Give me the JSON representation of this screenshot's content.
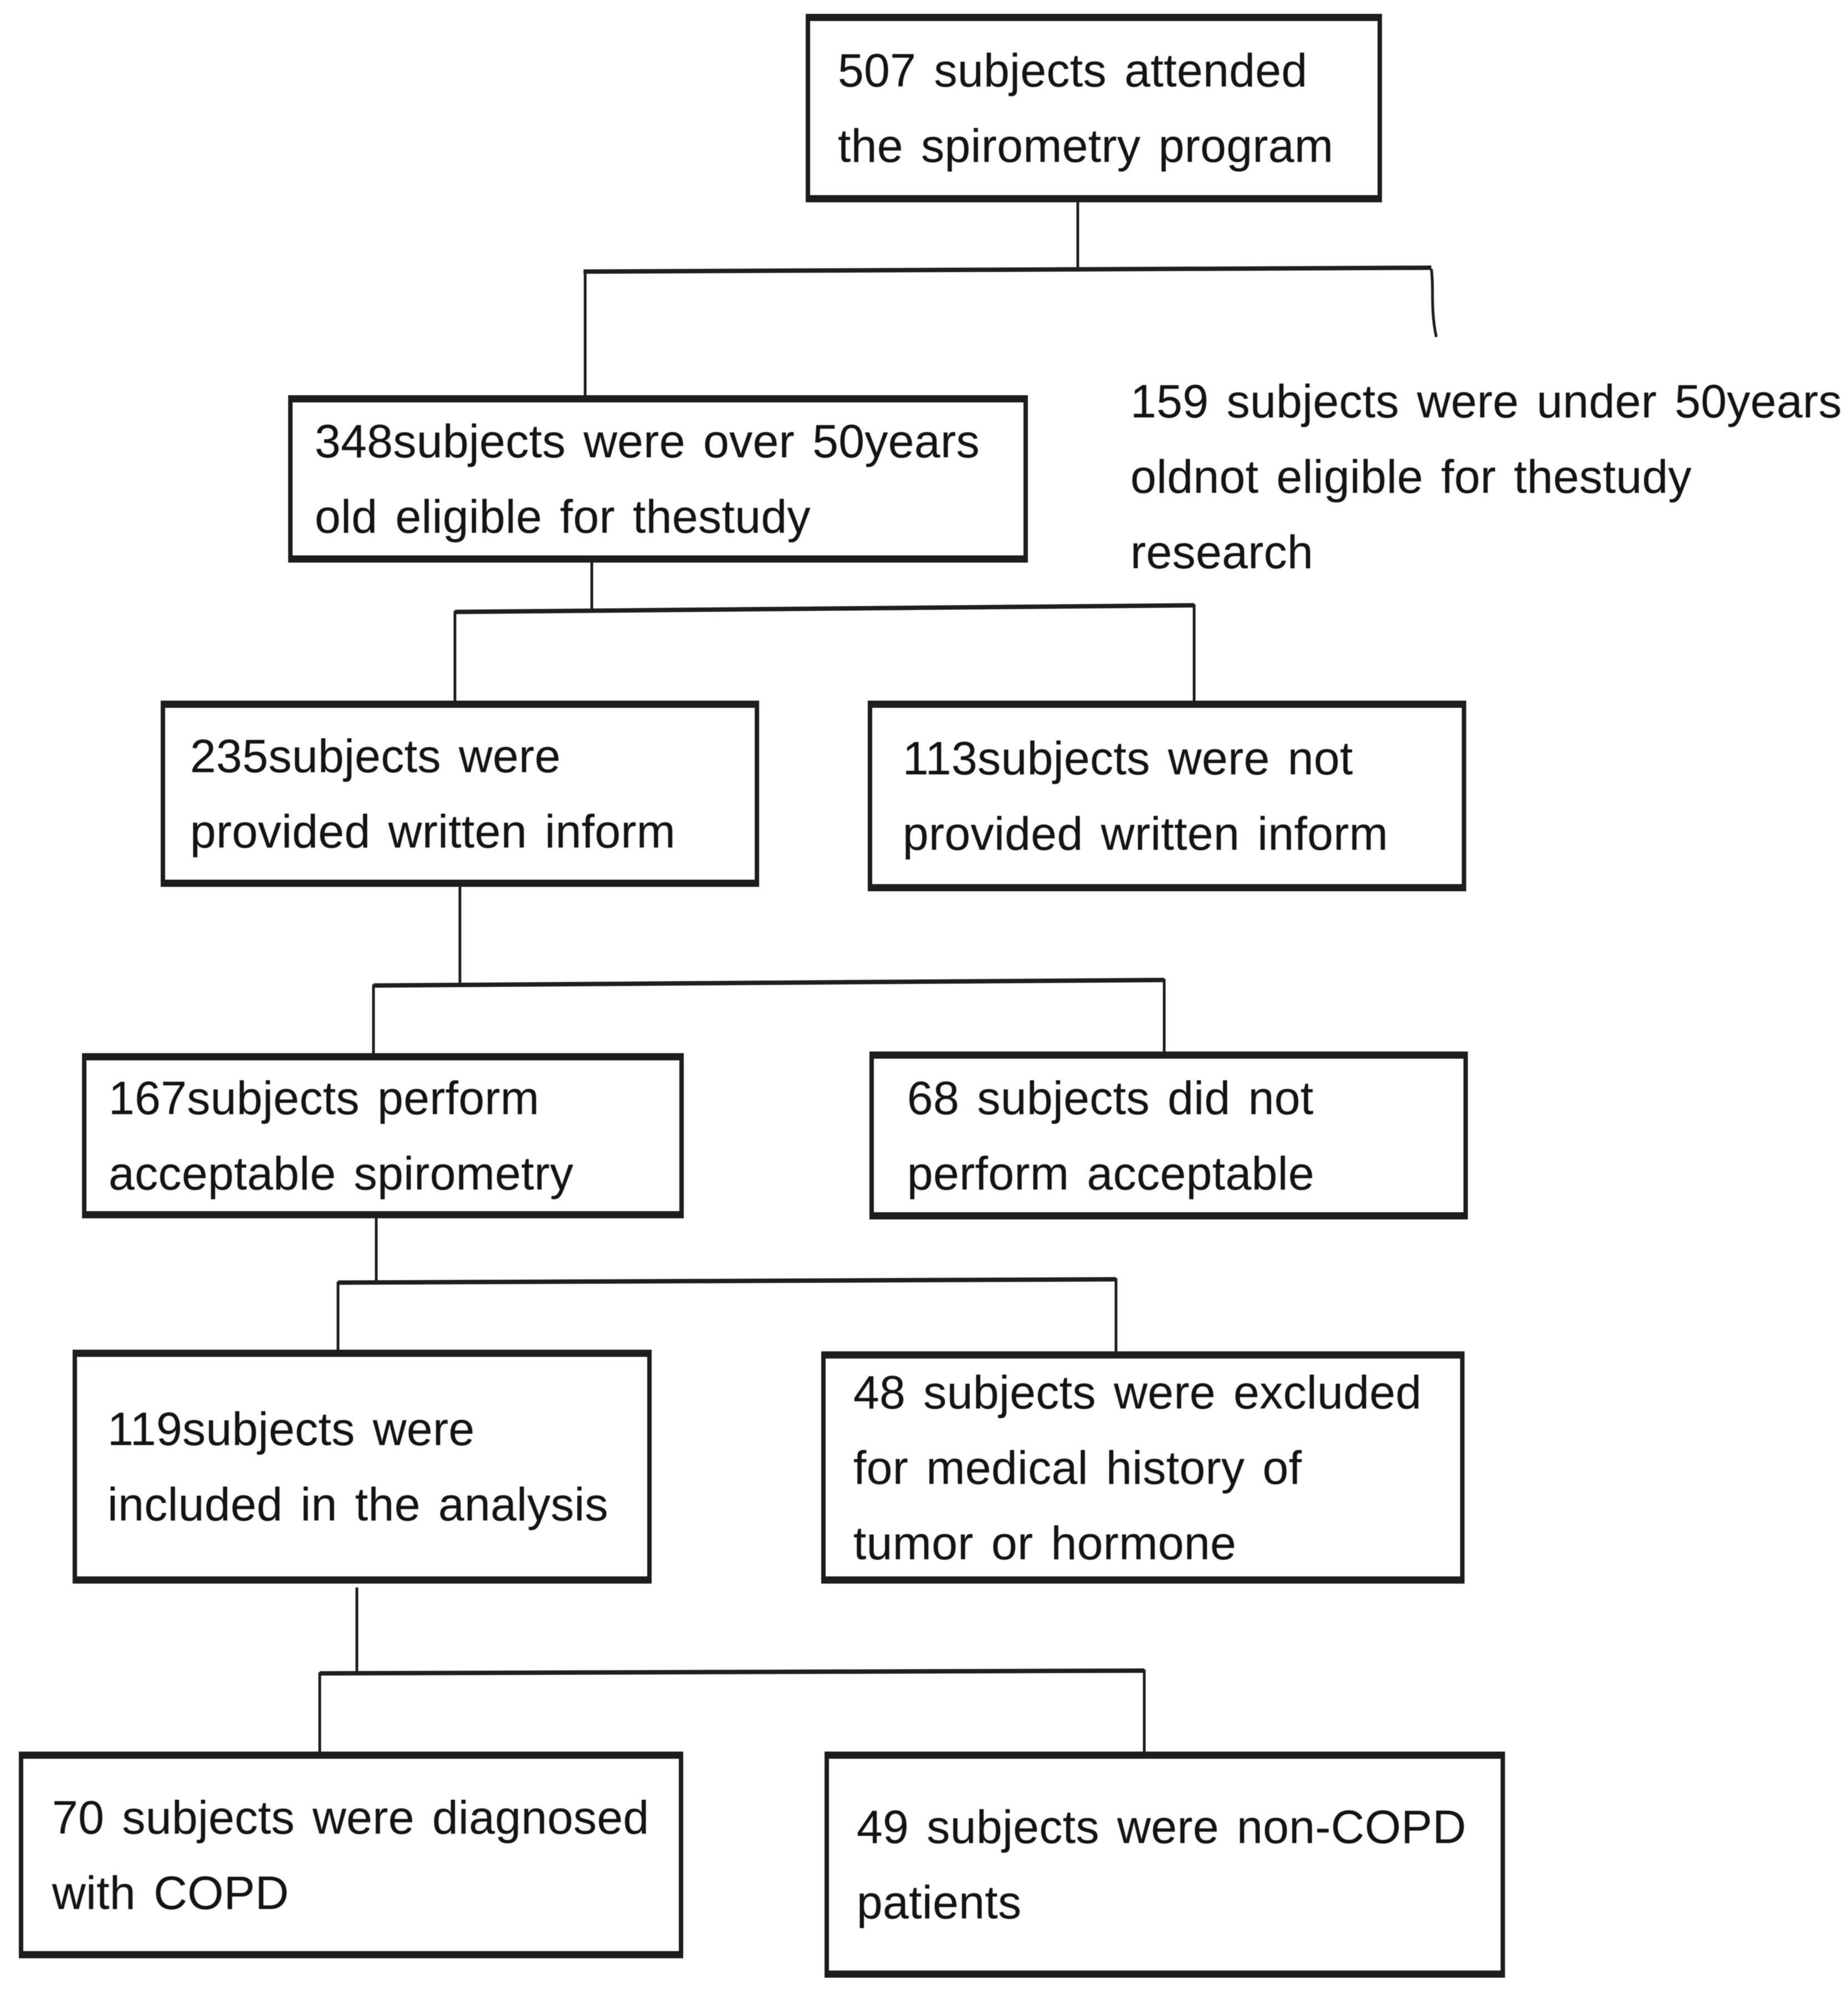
{
  "colors": {
    "background": "#ffffff",
    "line": "#1f1f1f",
    "text": "#141414"
  },
  "diagram_type": "study-enrollment-flowchart",
  "nodes": {
    "attended": {
      "count": 507,
      "text": "507 subjects attended\nthe spirometry program"
    },
    "eligible": {
      "count": 348,
      "text": "348subjects were over 50years\nold eligible for thestudy"
    },
    "under50": {
      "count": 159,
      "text": "159 subjects were under 50years\noldnot eligible for thestudy\nresearch"
    },
    "consent": {
      "count": 235,
      "text": "235subjects were\nprovided written inform"
    },
    "no_consent": {
      "count": 113,
      "text": "113subjects were not\nprovided written inform"
    },
    "acceptable": {
      "count": 167,
      "text": "167subjects perform\nacceptable spirometry"
    },
    "not_acceptable": {
      "count": 68,
      "text": "68 subjects did not\nperform acceptable"
    },
    "analyzed": {
      "count": 119,
      "text": "119subjects were\nincluded in the analysis"
    },
    "excluded": {
      "count": 48,
      "text": "48 subjects were excluded\nfor medical history of\ntumor or hormone"
    },
    "copd": {
      "count": 70,
      "text": "70 subjects were diagnosed\nwith COPD"
    },
    "non_copd": {
      "count": 49,
      "text": "49 subjects were non-COPD\npatients"
    }
  }
}
